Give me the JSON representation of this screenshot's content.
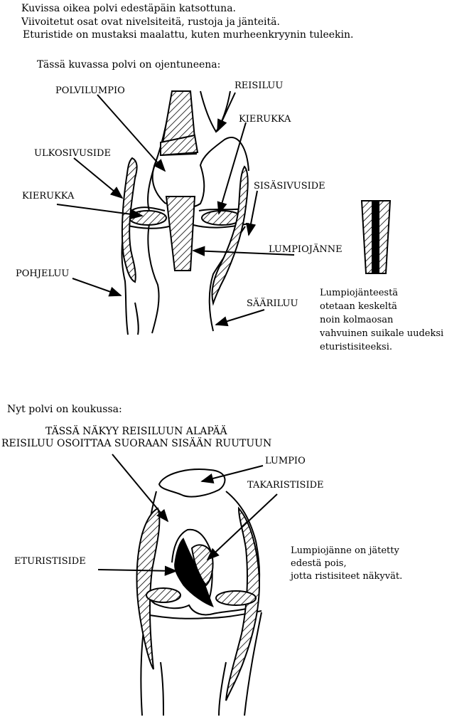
{
  "intro": {
    "line1": "Kuvissa oikea polvi edestäpäin katsottuna.",
    "line2": "Viivoitetut osat ovat nivelsiteitä, rustoja ja jänteitä.",
    "line3": "Eturistide on mustaksi maalattu, kuten murheenkryynin tuleekin."
  },
  "figure1": {
    "caption": "Tässä kuvassa polvi on ojentuneena:",
    "labels": {
      "polvilumpio": "POLVILUMPIO",
      "reisiluu": "REISILUU",
      "kierukka_right": "KIERUKKA",
      "ulkosivuside": "ULKOSIVUSIDE",
      "kierukka_left": "KIERUKKA",
      "sisasivuside": "SISÄSIVUSIDE",
      "lumpiojanne": "LUMPIOJÄNNE",
      "pohjeluu": "POHJELUU",
      "saariluu": "SÄÄRILUU"
    },
    "graft_note": {
      "line1": "Lumpiojänteestä",
      "line2": "otetaan keskeltä",
      "line3": "noin kolmaosan",
      "line4": "vahvuinen suikale uudeksi",
      "line5": "eturistisiteeksi."
    }
  },
  "figure2": {
    "caption": "Nyt polvi on koukussa:",
    "heading1": "TÄSSÄ NÄKYY REISILUUN ALAPÄÄ",
    "heading2": "REISILUU OSOITTAA SUORAAN SISÄÄN RUUTUUN",
    "labels": {
      "lumpio": "LUMPIO",
      "takaristiside": "TAKARISTISIDE",
      "eturistiside": "ETURISTISIDE"
    },
    "note": {
      "line1": "Lumpiojänne on jätetty",
      "line2": "edestä pois,",
      "line3": "jotta ristisiteet näkyvät."
    }
  }
}
